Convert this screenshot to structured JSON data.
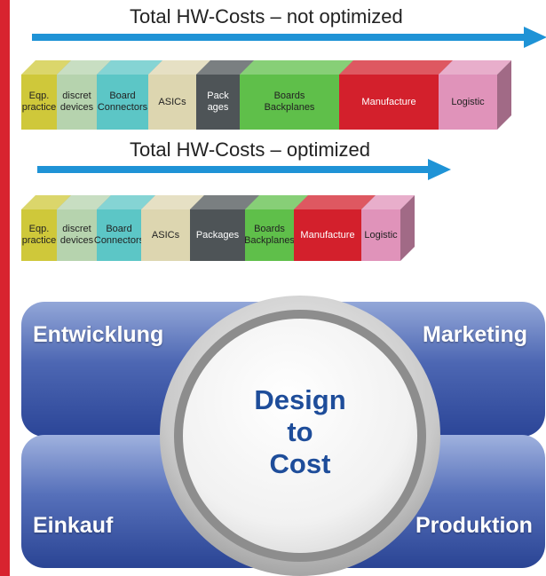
{
  "section_not_optimized": {
    "title": "Total HW-Costs – not optimized",
    "blocks": [
      {
        "label": "Eqp.\npractice",
        "color": "#cfc83a"
      },
      {
        "label": "discret\ndevices",
        "color": "#b6d3ae"
      },
      {
        "label": "Board\nConnectors",
        "color": "#5cc6c6"
      },
      {
        "label": "ASICs",
        "color": "#ddd6b0"
      },
      {
        "label": "Pack\nages",
        "color": "#4e5457"
      },
      {
        "label": "Boards\nBackplanes",
        "color": "#5fbf4a"
      },
      {
        "label": "Manufacture",
        "color": "#d3202c"
      },
      {
        "label": "Logistic",
        "color": "#e093ba"
      }
    ]
  },
  "section_optimized": {
    "title": "Total HW-Costs – optimized",
    "blocks": [
      {
        "label": "Eqp.\npractice",
        "color": "#cfc83a"
      },
      {
        "label": "discret\ndevices",
        "color": "#b6d3ae"
      },
      {
        "label": "Board\nConnectors",
        "color": "#5cc6c6"
      },
      {
        "label": "ASICs",
        "color": "#ddd6b0"
      },
      {
        "label": "Packages",
        "color": "#4e5457"
      },
      {
        "label": "Boards\nBackplanes",
        "color": "#5fbf4a"
      },
      {
        "label": "Manufacture",
        "color": "#d3202c"
      },
      {
        "label": "Logistic",
        "color": "#e093ba"
      }
    ]
  },
  "design_to_cost": {
    "center_lines": [
      "Design",
      "to",
      "Cost"
    ],
    "top_left": "Entwicklung",
    "top_right": "Marketing",
    "bottom_left": "Einkauf",
    "bottom_right": "Produktion"
  },
  "colors": {
    "accent_red": "#d8232f",
    "arrow_blue": "#1f93d6",
    "panel_blue": "#3a57a7",
    "center_text": "#1e4d9a"
  }
}
